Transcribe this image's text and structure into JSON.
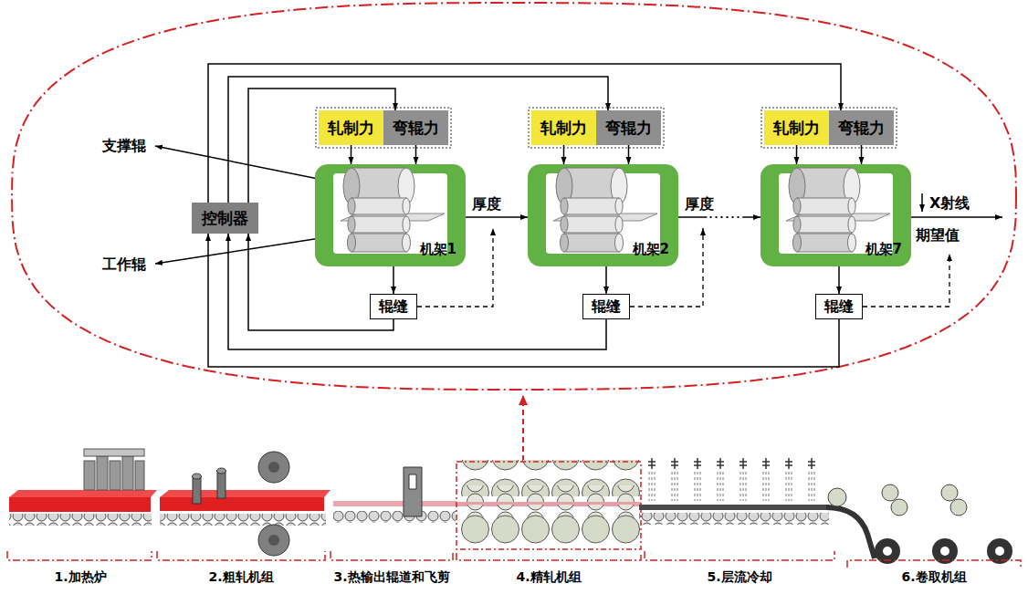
{
  "diagram": {
    "nodes": [
      {
        "text": [
          "控制器"
        ]
      },
      {
        "text": [
          "轧制力"
        ]
      },
      {
        "text": [
          "弯辊力"
        ]
      },
      {
        "text": [
          "机架1"
        ]
      },
      {
        "text": [
          "辊缝"
        ]
      },
      {
        "text": [
          "轧制力"
        ]
      },
      {
        "text": [
          "弯辊力"
        ]
      },
      {
        "text": [
          "机架2"
        ]
      },
      {
        "text": [
          "辊缝"
        ]
      },
      {
        "text": [
          "轧制力"
        ]
      },
      {
        "text": [
          "弯辊力"
        ]
      },
      {
        "text": [
          "机架7"
        ]
      },
      {
        "text": [
          "辊缝"
        ]
      }
    ],
    "edges": [
      {
        "from": 0,
        "to": 2,
        "arrow": "to"
      },
      {
        "from": 0,
        "to": 6,
        "arrow": "to"
      },
      {
        "from": 0,
        "to": 10,
        "arrow": "to"
      },
      {
        "from": 1,
        "to": 3,
        "arrow": "to"
      },
      {
        "from": 2,
        "to": 3,
        "arrow": "to"
      },
      {
        "from": 5,
        "to": 7,
        "arrow": "to"
      },
      {
        "from": 6,
        "to": 7,
        "arrow": "to"
      },
      {
        "from": 9,
        "to": 11,
        "arrow": "to"
      },
      {
        "from": 10,
        "to": 11,
        "arrow": "to"
      },
      {
        "from": 3,
        "to": 4,
        "arrow": "to"
      },
      {
        "from": 7,
        "to": 8,
        "arrow": "to"
      },
      {
        "from": 11,
        "to": 12,
        "arrow": "to"
      },
      {
        "from": 4,
        "to": 0,
        "arrow": "to"
      },
      {
        "from": 8,
        "to": 0,
        "arrow": "to"
      },
      {
        "from": 12,
        "to": 0,
        "arrow": "to"
      },
      {
        "from": 3,
        "to": 7,
        "label": "厚度",
        "arrow": "to"
      },
      {
        "from": 7,
        "to": 11,
        "label": "厚度",
        "arrow": "to"
      }
    ],
    "labels": [
      "支撑辊",
      "工作辊",
      "X射线",
      "期望值",
      "1.加热炉",
      "2.粗轧机组",
      "3.热输出辊道和飞剪",
      "4.精轧机组",
      "5.层流冷却",
      "6.卷取机组"
    ]
  }
}
